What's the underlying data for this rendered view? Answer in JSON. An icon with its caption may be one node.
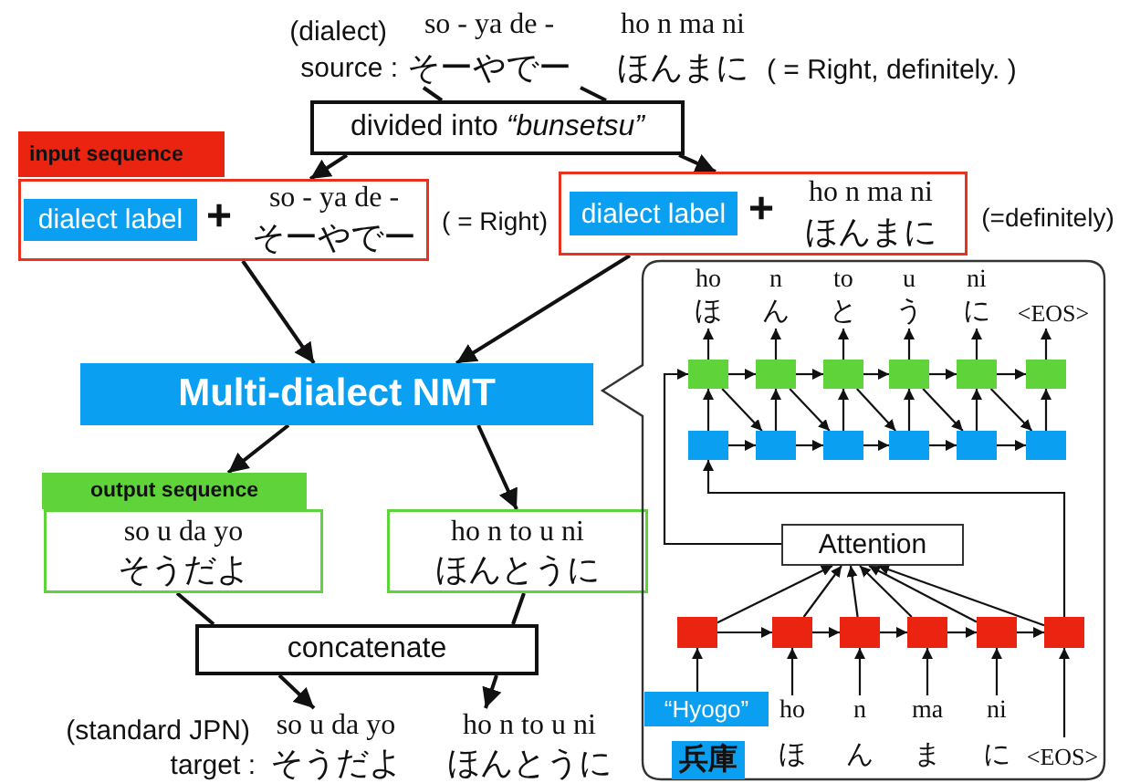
{
  "diagram": {
    "nodes": [
      {
        "text": [
          "so - ya de -",
          "そーやでー"
        ]
      },
      {
        "text": [
          "ho n ma ni",
          "ほんまに"
        ]
      },
      {
        "text": [
          "divided into *“bunsetsu”*"
        ]
      },
      {
        "text": [
          "input sequence",
          "+",
          "so - ya de -",
          "そーやでー"
        ],
        "beside": [
          "( = Right)"
        ]
      },
      {
        "text": [
          "dialect label"
        ],
        "in": 3
      },
      {
        "text": [
          "+",
          "ho n ma ni",
          "ほんまに"
        ],
        "beside": [
          "(=definitely)"
        ]
      },
      {
        "text": [
          "dialect label"
        ],
        "in": 5
      },
      {
        "text": [
          "Multi-dialect NMT"
        ]
      },
      {
        "text": [
          "output sequence",
          "so u da yo",
          "そうだよ"
        ]
      },
      {
        "text": [
          "ho n to u ni",
          "ほんとうに"
        ]
      },
      {
        "text": [
          "concatenate"
        ]
      },
      {
        "text": [
          "so u da yo",
          "そうだよ"
        ]
      },
      {
        "text": [
          "ho n to u ni",
          "ほんとうに"
        ]
      },
      {
        "text": [],
        "shape": "box"
      },
      {
        "text": [
          "ho",
          "ほ"
        ],
        "in": 13
      },
      {
        "text": [
          "n",
          "ん"
        ],
        "in": 13
      },
      {
        "text": [
          "to",
          "と"
        ],
        "in": 13
      },
      {
        "text": [
          "u",
          "う"
        ],
        "in": 13
      },
      {
        "text": [
          "ni",
          "に"
        ],
        "in": 13
      },
      {
        "text": [
          "<EOS>"
        ],
        "in": 13
      },
      {
        "text": [],
        "shape": "box",
        "in": 13
      },
      {
        "text": [],
        "shape": "box",
        "in": 13
      },
      {
        "text": [],
        "shape": "box",
        "in": 13
      },
      {
        "text": [],
        "shape": "box",
        "in": 13
      },
      {
        "text": [],
        "shape": "box",
        "in": 13
      },
      {
        "text": [],
        "shape": "box",
        "in": 13
      },
      {
        "text": [],
        "shape": "box",
        "in": 13
      },
      {
        "text": [],
        "shape": "box",
        "in": 13
      },
      {
        "text": [],
        "shape": "box",
        "in": 13
      },
      {
        "text": [],
        "shape": "box",
        "in": 13
      },
      {
        "text": [],
        "shape": "box",
        "in": 13
      },
      {
        "text": [],
        "shape": "box",
        "in": 13
      },
      {
        "text": [
          "Attention"
        ],
        "in": 13
      },
      {
        "text": [],
        "shape": "box",
        "in": 13
      },
      {
        "text": [],
        "shape": "box",
        "in": 13
      },
      {
        "text": [],
        "shape": "box",
        "in": 13
      },
      {
        "text": [],
        "shape": "box",
        "in": 13
      },
      {
        "text": [],
        "shape": "box",
        "in": 13
      },
      {
        "text": [],
        "shape": "box",
        "in": 13
      },
      {
        "text": [
          "“Hyogo”",
          "兵庫"
        ],
        "in": 13
      },
      {
        "text": [
          "ho",
          "ほ"
        ],
        "in": 13
      },
      {
        "text": [
          "n",
          "ん"
        ],
        "in": 13
      },
      {
        "text": [
          "ma",
          "ま"
        ],
        "in": 13
      },
      {
        "text": [
          "ni",
          "に"
        ],
        "in": 13
      },
      {
        "text": [
          "<EOS>"
        ],
        "in": 13
      }
    ],
    "edges": [
      {
        "from": 0,
        "to": 2,
        "arrow": "none"
      },
      {
        "from": 1,
        "to": 2,
        "arrow": "none"
      },
      {
        "from": 2,
        "to": 3,
        "arrow": "to"
      },
      {
        "from": 2,
        "to": 5,
        "arrow": "to"
      },
      {
        "from": 3,
        "to": 7,
        "arrow": "to"
      },
      {
        "from": 5,
        "to": 7,
        "arrow": "to"
      },
      {
        "from": 7,
        "to": 8,
        "arrow": "to"
      },
      {
        "from": 7,
        "to": 9,
        "arrow": "to"
      },
      {
        "from": 8,
        "to": 10,
        "arrow": "none"
      },
      {
        "from": 9,
        "to": 10,
        "arrow": "none"
      },
      {
        "from": 10,
        "to": 11,
        "arrow": "to"
      },
      {
        "from": 10,
        "to": 12,
        "arrow": "to"
      },
      {
        "from": 20,
        "to": 21,
        "arrow": "to"
      },
      {
        "from": 21,
        "to": 22,
        "arrow": "to"
      },
      {
        "from": 22,
        "to": 23,
        "arrow": "to"
      },
      {
        "from": 23,
        "to": 24,
        "arrow": "to"
      },
      {
        "from": 24,
        "to": 25,
        "arrow": "to"
      },
      {
        "from": 20,
        "to": 14,
        "arrow": "to"
      },
      {
        "from": 21,
        "to": 15,
        "arrow": "to"
      },
      {
        "from": 22,
        "to": 16,
        "arrow": "to"
      },
      {
        "from": 23,
        "to": 17,
        "arrow": "to"
      },
      {
        "from": 24,
        "to": 18,
        "arrow": "to"
      },
      {
        "from": 25,
        "to": 19,
        "arrow": "to"
      },
      {
        "from": 26,
        "to": 20,
        "arrow": "to"
      },
      {
        "from": 27,
        "to": 21,
        "arrow": "to"
      },
      {
        "from": 28,
        "to": 22,
        "arrow": "to"
      },
      {
        "from": 29,
        "to": 23,
        "arrow": "to"
      },
      {
        "from": 30,
        "to": 24,
        "arrow": "to"
      },
      {
        "from": 31,
        "to": 25,
        "arrow": "to"
      },
      {
        "from": 20,
        "to": 27,
        "arrow": "to"
      },
      {
        "from": 21,
        "to": 28,
        "arrow": "to"
      },
      {
        "from": 22,
        "to": 29,
        "arrow": "to"
      },
      {
        "from": 23,
        "to": 30,
        "arrow": "to"
      },
      {
        "from": 24,
        "to": 31,
        "arrow": "to"
      },
      {
        "from": 26,
        "to": 27,
        "arrow": "to"
      },
      {
        "from": 27,
        "to": 28,
        "arrow": "to"
      },
      {
        "from": 28,
        "to": 29,
        "arrow": "to"
      },
      {
        "from": 29,
        "to": 30,
        "arrow": "to"
      },
      {
        "from": 30,
        "to": 31,
        "arrow": "to"
      },
      {
        "from": 32,
        "to": 20,
        "arrow": "to"
      },
      {
        "from": 33,
        "to": 32,
        "arrow": "to"
      },
      {
        "from": 34,
        "to": 32,
        "arrow": "to"
      },
      {
        "from": 35,
        "to": 32,
        "arrow": "to"
      },
      {
        "from": 36,
        "to": 32,
        "arrow": "to"
      },
      {
        "from": 37,
        "to": 32,
        "arrow": "to"
      },
      {
        "from": 38,
        "to": 32,
        "arrow": "to"
      },
      {
        "from": 33,
        "to": 34,
        "arrow": "to"
      },
      {
        "from": 34,
        "to": 35,
        "arrow": "to"
      },
      {
        "from": 35,
        "to": 36,
        "arrow": "to"
      },
      {
        "from": 36,
        "to": 37,
        "arrow": "to"
      },
      {
        "from": 37,
        "to": 38,
        "arrow": "to"
      },
      {
        "from": 38,
        "to": 26,
        "arrow": "to"
      },
      {
        "from": 39,
        "to": 33,
        "arrow": "to"
      },
      {
        "from": 40,
        "to": 34,
        "arrow": "to"
      },
      {
        "from": 41,
        "to": 35,
        "arrow": "to"
      },
      {
        "from": 42,
        "to": 36,
        "arrow": "to"
      },
      {
        "from": 43,
        "to": 37,
        "arrow": "to"
      },
      {
        "from": 44,
        "to": 38,
        "arrow": "to"
      }
    ],
    "labels": [
      "(dialect)",
      "source :",
      "( = Right, definitely. )",
      "(standard JPN)",
      "target :"
    ]
  }
}
